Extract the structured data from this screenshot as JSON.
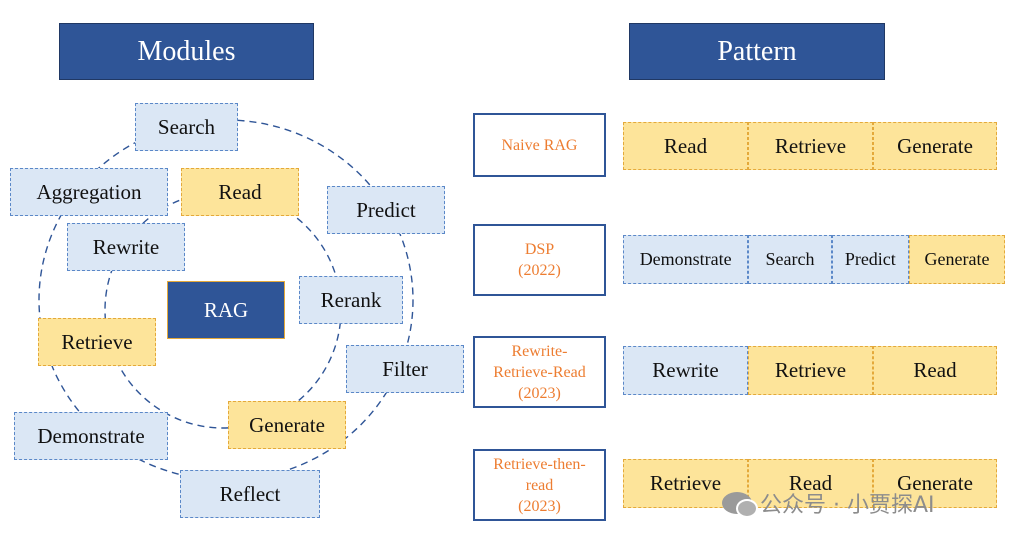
{
  "headers": {
    "modules": "Modules",
    "pattern": "Pattern"
  },
  "modules": {
    "center": "RAG",
    "search": "Search",
    "aggregation": "Aggregation",
    "read": "Read",
    "predict": "Predict",
    "rewrite": "Rewrite",
    "rerank": "Rerank",
    "retrieve": "Retrieve",
    "filter": "Filter",
    "generate": "Generate",
    "demonstrate": "Demonstrate",
    "reflect": "Reflect"
  },
  "patterns": [
    {
      "label": [
        "Naive RAG"
      ],
      "steps": [
        {
          "text": "Read",
          "color": "yellow"
        },
        {
          "text": "Retrieve",
          "color": "yellow"
        },
        {
          "text": "Generate",
          "color": "yellow"
        }
      ]
    },
    {
      "label": [
        "DSP",
        "(2022)"
      ],
      "steps": [
        {
          "text": "Demonstrate",
          "color": "blue"
        },
        {
          "text": "Search",
          "color": "blue"
        },
        {
          "text": "Predict",
          "color": "blue"
        },
        {
          "text": "Generate",
          "color": "yellow"
        }
      ]
    },
    {
      "label": [
        "Rewrite-",
        "Retrieve-Read",
        "(2023)"
      ],
      "steps": [
        {
          "text": "Rewrite",
          "color": "blue"
        },
        {
          "text": "Retrieve",
          "color": "yellow"
        },
        {
          "text": "Read",
          "color": "yellow"
        }
      ]
    },
    {
      "label": [
        "Retrieve-then-",
        "read",
        "(2023)"
      ],
      "steps": [
        {
          "text": "Retrieve",
          "color": "yellow"
        },
        {
          "text": "Read",
          "color": "yellow"
        },
        {
          "text": "Generate",
          "color": "yellow"
        }
      ]
    }
  ],
  "colors": {
    "header": "#2f5597",
    "blue": "#dbe7f5",
    "yellow": "#fde49a",
    "pattern_text": "#ed7d31"
  },
  "watermark": "公众号 · 小贾探AI"
}
